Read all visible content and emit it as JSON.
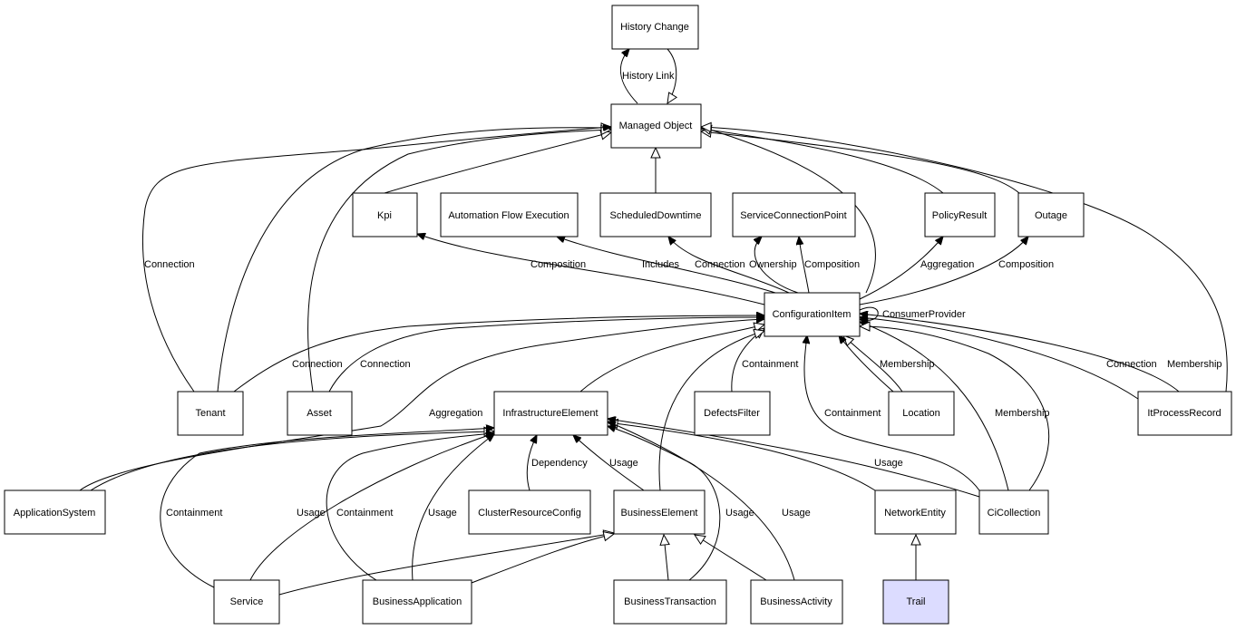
{
  "nodes": {
    "history_change": "History Change",
    "managed_object": "Managed Object",
    "kpi": "Kpi",
    "automation_flow_execution": "Automation Flow Execution",
    "scheduled_downtime": "ScheduledDowntime",
    "service_connection_point": "ServiceConnectionPoint",
    "policy_result": "PolicyResult",
    "outage": "Outage",
    "configuration_item": "ConfigurationItem",
    "tenant": "Tenant",
    "asset": "Asset",
    "infrastructure_element": "InfrastructureElement",
    "defects_filter": "DefectsFilter",
    "location": "Location",
    "it_process_record": "ItProcessRecord",
    "application_system": "ApplicationSystem",
    "cluster_resource_config": "ClusterResourceConfig",
    "business_element": "BusinessElement",
    "network_entity": "NetworkEntity",
    "ci_collection": "CiCollection",
    "service": "Service",
    "business_application": "BusinessApplication",
    "business_transaction": "BusinessTransaction",
    "business_activity": "BusinessActivity",
    "trail": "Trail"
  },
  "edge_labels": {
    "history_link": "History Link",
    "connection_tenant_mo": "Connection",
    "composition_kpi": "Composition",
    "includes": "Includes",
    "connection_scd": "Connection",
    "ownership": "Ownership",
    "composition_scp": "Composition",
    "aggregation_policy": "Aggregation",
    "composition_outage": "Composition",
    "consumer_provider": "ConsumerProvider",
    "connection_tenant_ci": "Connection",
    "connection_asset_ci": "Connection",
    "containment_defects": "Containment",
    "membership_location": "Membership",
    "connection_itpr": "Connection",
    "membership_itpr": "Membership",
    "aggregation_appsys": "Aggregation",
    "containment_cicoll": "Containment",
    "membership_cicoll": "Membership",
    "dependency": "Dependency",
    "usage_be": "Usage",
    "usage_network": "Usage",
    "containment_service": "Containment",
    "usage_service": "Usage",
    "containment_bizapp": "Containment",
    "usage_bizapp": "Usage",
    "usage_biztrans": "Usage",
    "usage_bizact": "Usage"
  },
  "colors": {
    "highlight_node": "#dcdcff",
    "stroke": "#000000",
    "background": "#ffffff"
  }
}
